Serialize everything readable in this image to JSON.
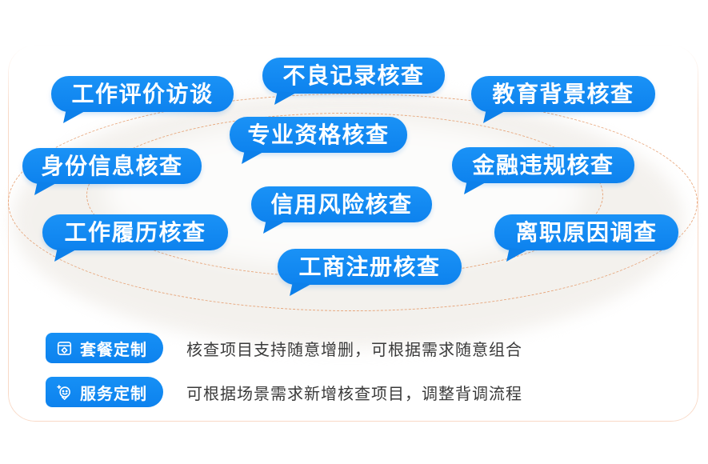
{
  "bubbles": [
    {
      "label": "工作评价访谈"
    },
    {
      "label": "不良记录核查"
    },
    {
      "label": "教育背景核查"
    },
    {
      "label": "专业资格核查"
    },
    {
      "label": "身份信息核查"
    },
    {
      "label": "金融违规核查"
    },
    {
      "label": "信用风险核查"
    },
    {
      "label": "工作履历核查"
    },
    {
      "label": "离职原因调查"
    },
    {
      "label": "工商注册核查"
    }
  ],
  "features": [
    {
      "badge": "套餐定制",
      "icon": "package-customize-icon",
      "description": "核查项目支持随意增删，可根据需求随意组合"
    },
    {
      "badge": "服务定制",
      "icon": "service-person-icon",
      "description": "可根据场景需求新增核查项目，调整背调流程"
    }
  ],
  "colors": {
    "bubble_blue": "#0d82ee",
    "dashed_orbit_orange": "#e4945f",
    "ellipse_fill": "#f2efeb",
    "card_border": "#f4ba98",
    "description_text": "#3a3a3a"
  }
}
